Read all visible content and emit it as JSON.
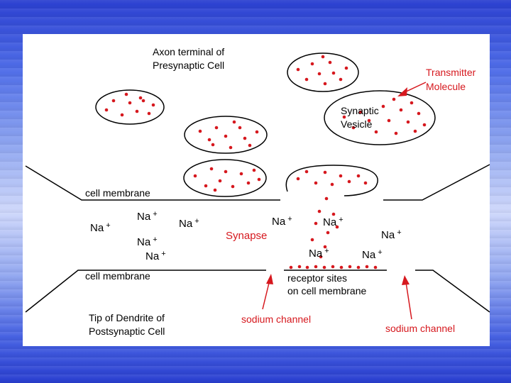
{
  "labels": {
    "axon_terminal_line1": "Axon terminal of",
    "axon_terminal_line2": "Presynaptic Cell",
    "transmitter_line1": "Transmitter",
    "transmitter_line2": "Molecule",
    "vesicle_line1": "Synaptic",
    "vesicle_line2": "Vesicle",
    "cell_membrane_top": "cell membrane",
    "cell_membrane_bottom": "cell membrane",
    "synapse": "Synapse",
    "receptor_line1": "receptor sites",
    "receptor_line2": "on cell membrane",
    "dendrite_line1": "Tip of Dendrite of",
    "dendrite_line2": "Postsynaptic Cell",
    "sodium_channel_left": "sodium channel",
    "sodium_channel_right": "sodium channel"
  },
  "na_label": "Na",
  "na_charge": "+",
  "colors": {
    "accent": "#d6181e",
    "line": "#000000",
    "slide_blue": "#3550d8"
  }
}
